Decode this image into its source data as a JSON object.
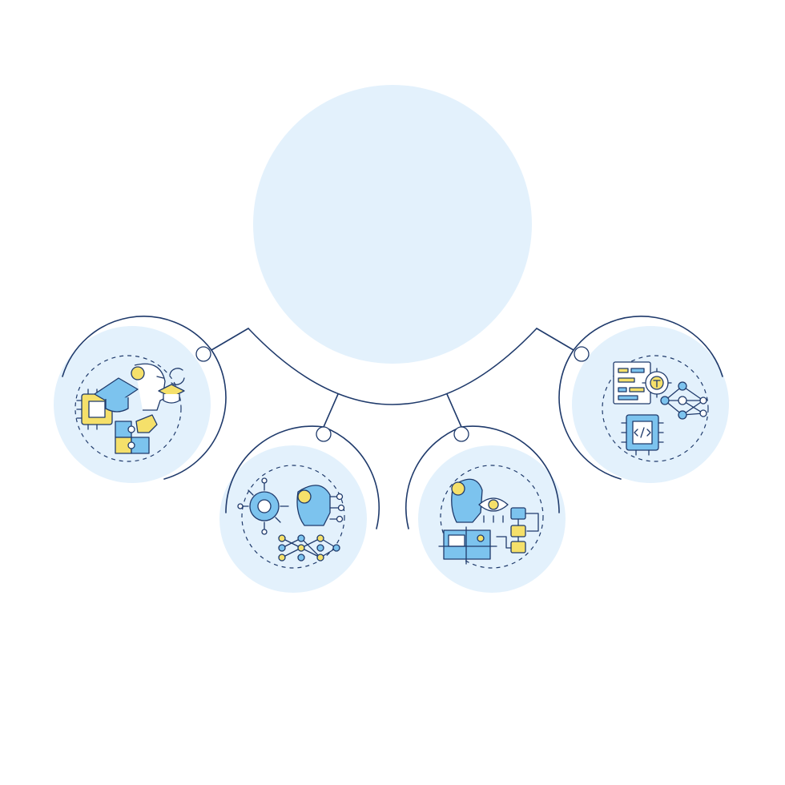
{
  "diagram": {
    "palette": {
      "circle_fill": "#E3F1FC",
      "line": "#1F3A6B",
      "icon_blue": "#7CC3EE",
      "icon_yellow": "#F5E06A",
      "background": "#FFFFFF"
    },
    "center": {
      "icon": "empty-placeholder-circle"
    },
    "nodes": [
      {
        "id": "node-1",
        "icon": "ai-learning-education-icon"
      },
      {
        "id": "node-2",
        "icon": "neural-network-gear-icon"
      },
      {
        "id": "node-3",
        "icon": "computer-vision-flowchart-icon"
      },
      {
        "id": "node-4",
        "icon": "chip-code-network-icon"
      }
    ]
  }
}
